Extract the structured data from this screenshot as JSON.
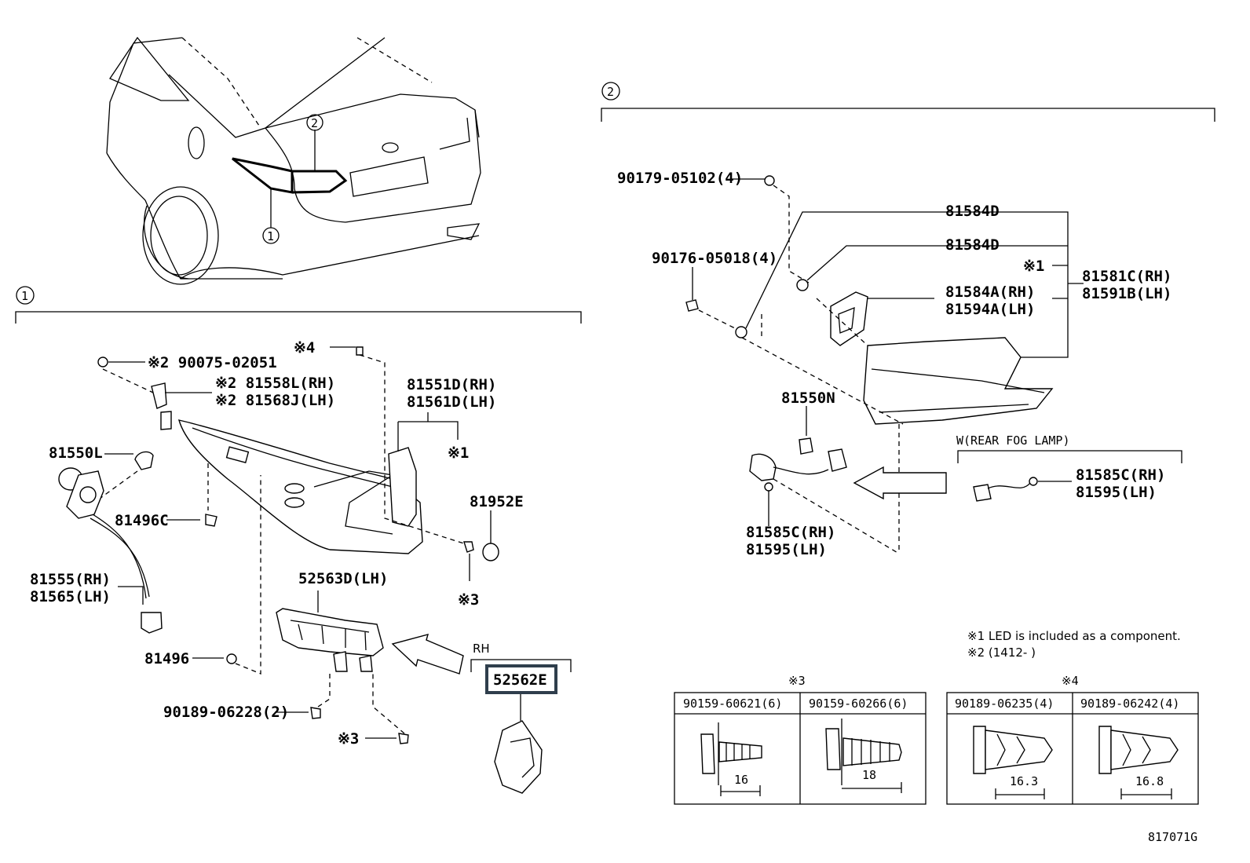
{
  "section_markers": {
    "one": "1",
    "two": "2"
  },
  "labels": {
    "p90075": "※2 90075-02051",
    "p81558L": "※2 81558L(RH)",
    "p81568J": "※2 81568J(LH)",
    "x4_top": "※4",
    "p81551D": "81551D(RH)",
    "p81561D": "81561D(LH)",
    "x1_left": "※1",
    "p81550L": "81550L",
    "p81496C": "81496C",
    "p81952E": "81952E",
    "p81555": "81555(RH)",
    "p81565": "81565(LH)",
    "p52563D": "52563D(LH)",
    "x3_right": "※3",
    "p81496": "81496",
    "rh": "RH",
    "p52562E": "52562E",
    "p90189_06228": "90189-06228(2)",
    "x3_bottom": "※3",
    "p90179": "90179-05102(4)",
    "p81584D_1": "81584D",
    "p81584D_2": "81584D",
    "x1_right": "※1",
    "p90176": "90176-05018(4)",
    "p81581C": "81581C(RH)",
    "p81591B": "81591B(LH)",
    "p81584A": "81584A(RH)",
    "p81594A": "81594A(LH)",
    "p81550N": "81550N",
    "fog": "W(REAR FOG LAMP)",
    "p81585C_r": "81585C(RH)",
    "p81595_r": "81595(LH)",
    "p81585C_b": "81585C(RH)",
    "p81595_b": "81595(LH)"
  },
  "notes": {
    "n1": "※1 LED is included as a component.",
    "n2": "※2 (1412-      )"
  },
  "tables": {
    "x3": {
      "marker": "※3",
      "cols": [
        {
          "part": "90159-60621(6)",
          "dim": "16"
        },
        {
          "part": "90159-60266(6)",
          "dim": "18"
        }
      ]
    },
    "x4": {
      "marker": "※4",
      "cols": [
        {
          "part": "90189-06235(4)",
          "dim": "16.3"
        },
        {
          "part": "90189-06242(4)",
          "dim": "16.8"
        }
      ]
    }
  },
  "figure_id": "817071G"
}
